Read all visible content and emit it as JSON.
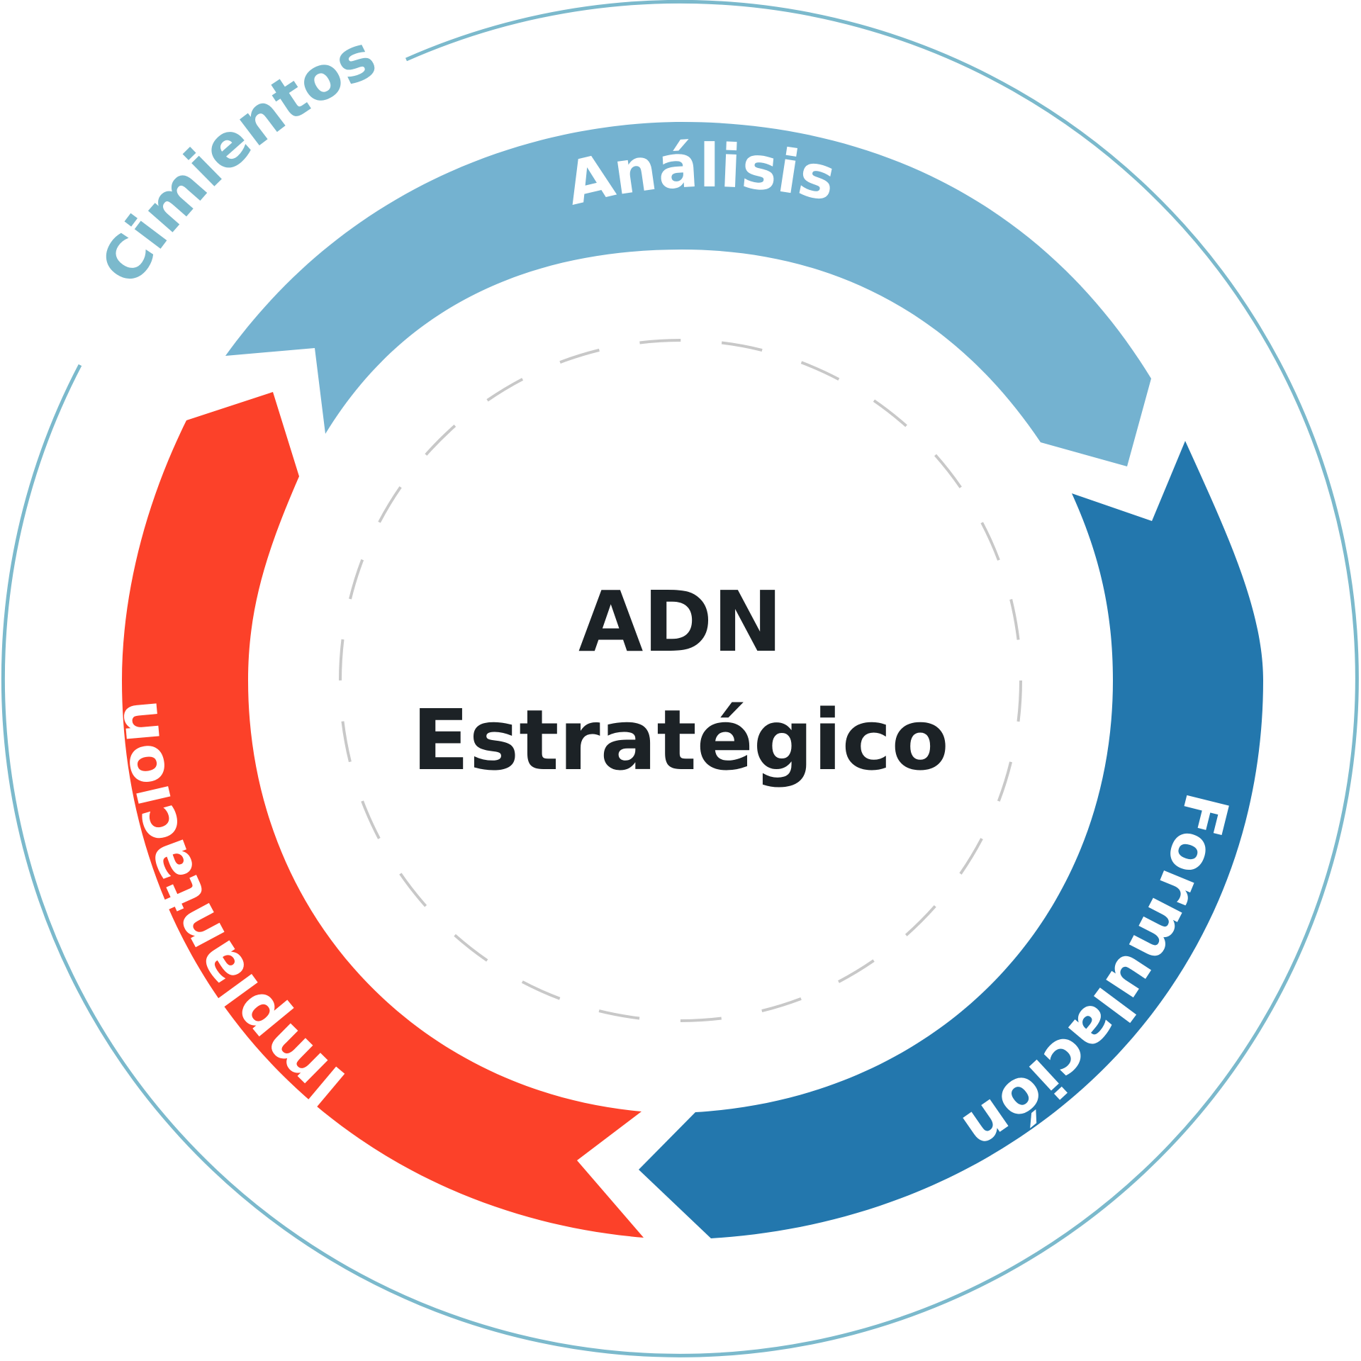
{
  "diagram": {
    "outer_label": "Cimientos",
    "center": {
      "line1": "ADN",
      "line2": "Estratégico"
    },
    "stages": {
      "analysis": "Análisis",
      "formulation": "Formulación",
      "implementation": "Implantación"
    }
  },
  "colors": {
    "outer_ring": "#7bb9cc",
    "analysis_arrow": "#74b2d0",
    "formulation_arrow": "#2377ad",
    "implementation_arrow": "#fc4129",
    "dashed_circle": "#c8c8c8",
    "center_text": "#1c2226",
    "arrow_text": "#ffffff"
  }
}
